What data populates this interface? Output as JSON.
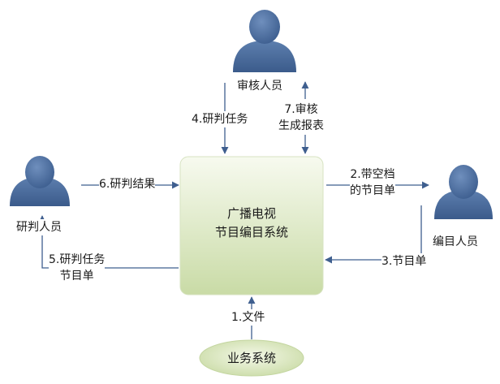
{
  "actors": {
    "reviewer": "审核人员",
    "analyst": "研判人员",
    "editor": "编目人员"
  },
  "system": {
    "line1": "广播电视",
    "line2": "节目编目系统"
  },
  "business": "业务系统",
  "flows": {
    "f1": "1.文件",
    "f2_line1": "2.带空档",
    "f2_line2": "的节目单",
    "f3": "3.节目单",
    "f4": "4.研判任务",
    "f5_line1": "5.研判任务",
    "f5_line2": "节目单",
    "f6": "6.研判结果",
    "f7_line1": "7.审核",
    "f7_line2": "生成报表"
  },
  "colors": {
    "arrow": "#3f5f8f",
    "person": "#4c6e9e",
    "box_top": "#f7faef",
    "box_bottom": "#c9dba6"
  }
}
